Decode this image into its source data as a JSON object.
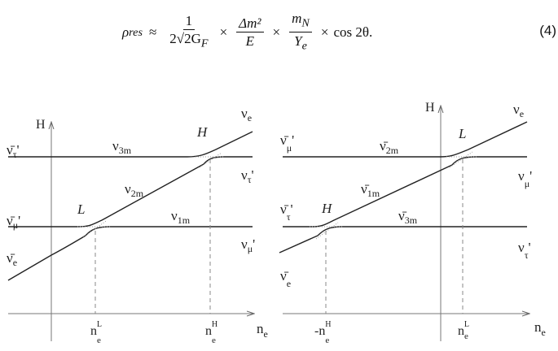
{
  "equation": {
    "lhs": "ρ",
    "lhs_sub": "res",
    "approx": "≈",
    "frac1_num": "1",
    "frac1_den": "2√2G",
    "frac1_den_sub": "F",
    "times": "×",
    "frac2_num": "Δm²",
    "frac2_den": "E",
    "frac3_num": "m",
    "frac3_num_sub": "N",
    "frac3_den": "Y",
    "frac3_den_sub": "e",
    "tail": "cos 2θ.",
    "number": "(4)"
  },
  "left_diagram": {
    "y_axis_label": "H",
    "x_axis_label": "n",
    "x_axis_sub": "e",
    "left_labels": [
      "ν̄τ'",
      "ν̄μ'",
      "ν̄e"
    ],
    "right_labels": [
      "νe",
      "ντ'",
      "νμ'"
    ],
    "curve_labels": [
      "ν3m",
      "ν2m",
      "ν1m"
    ],
    "resonances": [
      "L",
      "H"
    ],
    "tick_labels": [
      "n_e^L",
      "n_e^H"
    ]
  },
  "right_diagram": {
    "y_axis_label": "H",
    "x_axis_label": "n",
    "x_axis_sub": "e",
    "left_labels": [
      "ν̄μ'",
      "ν̄τ'",
      "ν̄e"
    ],
    "right_labels": [
      "νe",
      "νμ'",
      "ντ'"
    ],
    "curve_labels": [
      "ν̄2m",
      "ν̄1m",
      "ν̄3m"
    ],
    "resonances": [
      "L",
      "H"
    ],
    "tick_labels": [
      "-n_e^H",
      "n_e^L"
    ]
  }
}
